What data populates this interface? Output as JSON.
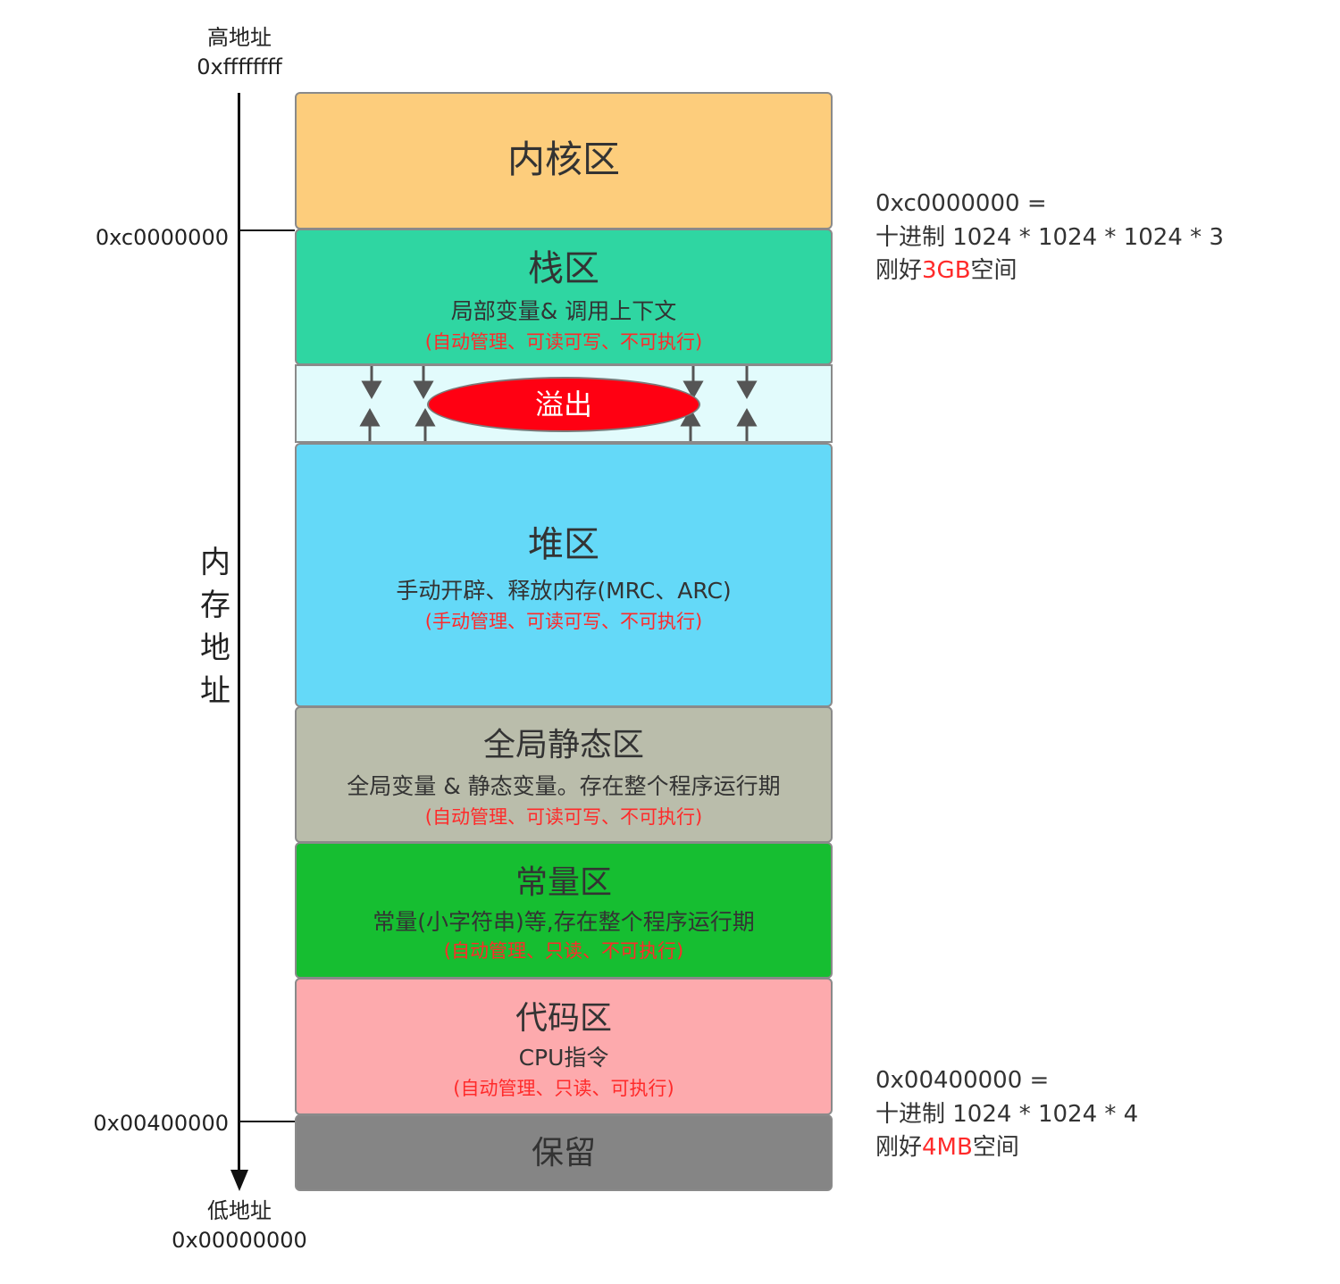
{
  "axis": {
    "top_label_line1": "高地址",
    "top_label_line2": "0xffffffff",
    "bottom_label_line1": "低地址",
    "bottom_label_line2": "0x00000000",
    "title_chars": [
      "内",
      "存",
      "地",
      "址"
    ],
    "marks": [
      {
        "address": "0xc0000000"
      },
      {
        "address": "0x00400000"
      }
    ]
  },
  "blocks": {
    "kernel": {
      "name": "内核区",
      "color": "#fdcd7c"
    },
    "stack": {
      "name": "栈区",
      "desc": "局部变量& 调用上下文",
      "rule": "(自动管理、可读可写、不可执行)",
      "color": "#2fd6a2"
    },
    "overflow": {
      "label": "溢出",
      "color": "#ff0012",
      "zone_color": "#e2fbfc"
    },
    "heap": {
      "name": "堆区",
      "desc": "手动开辟、释放内存(MRC、ARC)",
      "rule": "(手动管理、可读可写、不可执行)",
      "color": "#64d9f8"
    },
    "global_static": {
      "name": "全局静态区",
      "desc": "全局变量 & 静态变量。存在整个程序运行期",
      "rule": "(自动管理、可读可写、不可执行)",
      "color": "#babdab"
    },
    "constant": {
      "name": "常量区",
      "desc": "常量(小字符串)等,存在整个程序运行期",
      "rule": "(自动管理、只读、不可执行)",
      "color": "#16be31"
    },
    "code": {
      "name": "代码区",
      "desc": "CPU指令",
      "rule": "(自动管理、只读、可执行)",
      "color": "#fdaaad"
    },
    "reserved": {
      "name": "保留",
      "color": "#858585"
    }
  },
  "notes": [
    {
      "line1": "0xc0000000 =",
      "line2": "十进制 1024 * 1024 * 1024 * 3",
      "line3_prefix": "刚好",
      "line3_highlight": "3GB",
      "line3_suffix": "空间"
    },
    {
      "line1": "0x00400000 =",
      "line2": "十进制 1024 * 1024 * 4",
      "line3_prefix": "刚好",
      "line3_highlight": "4MB",
      "line3_suffix": "空间"
    }
  ],
  "highlight_color": "#ff2a2a"
}
